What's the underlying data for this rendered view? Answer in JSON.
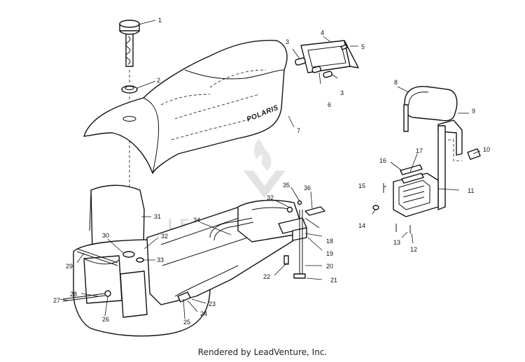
{
  "diagram": {
    "brand_on_seat": "POLARIS",
    "watermark": "LEADVENTURE",
    "callouts": [
      "1",
      "2",
      "3",
      "4",
      "5",
      "3",
      "6",
      "7",
      "8",
      "9",
      "10",
      "16",
      "17",
      "15",
      "11",
      "14",
      "13",
      "12",
      "35",
      "36",
      "32",
      "34",
      "31",
      "18",
      "32",
      "30",
      "19",
      "29",
      "33",
      "20",
      "22",
      "21",
      "28",
      "23",
      "27",
      "24",
      "25",
      "26"
    ]
  },
  "footer": {
    "text": "Rendered by LeadVenture, Inc."
  }
}
